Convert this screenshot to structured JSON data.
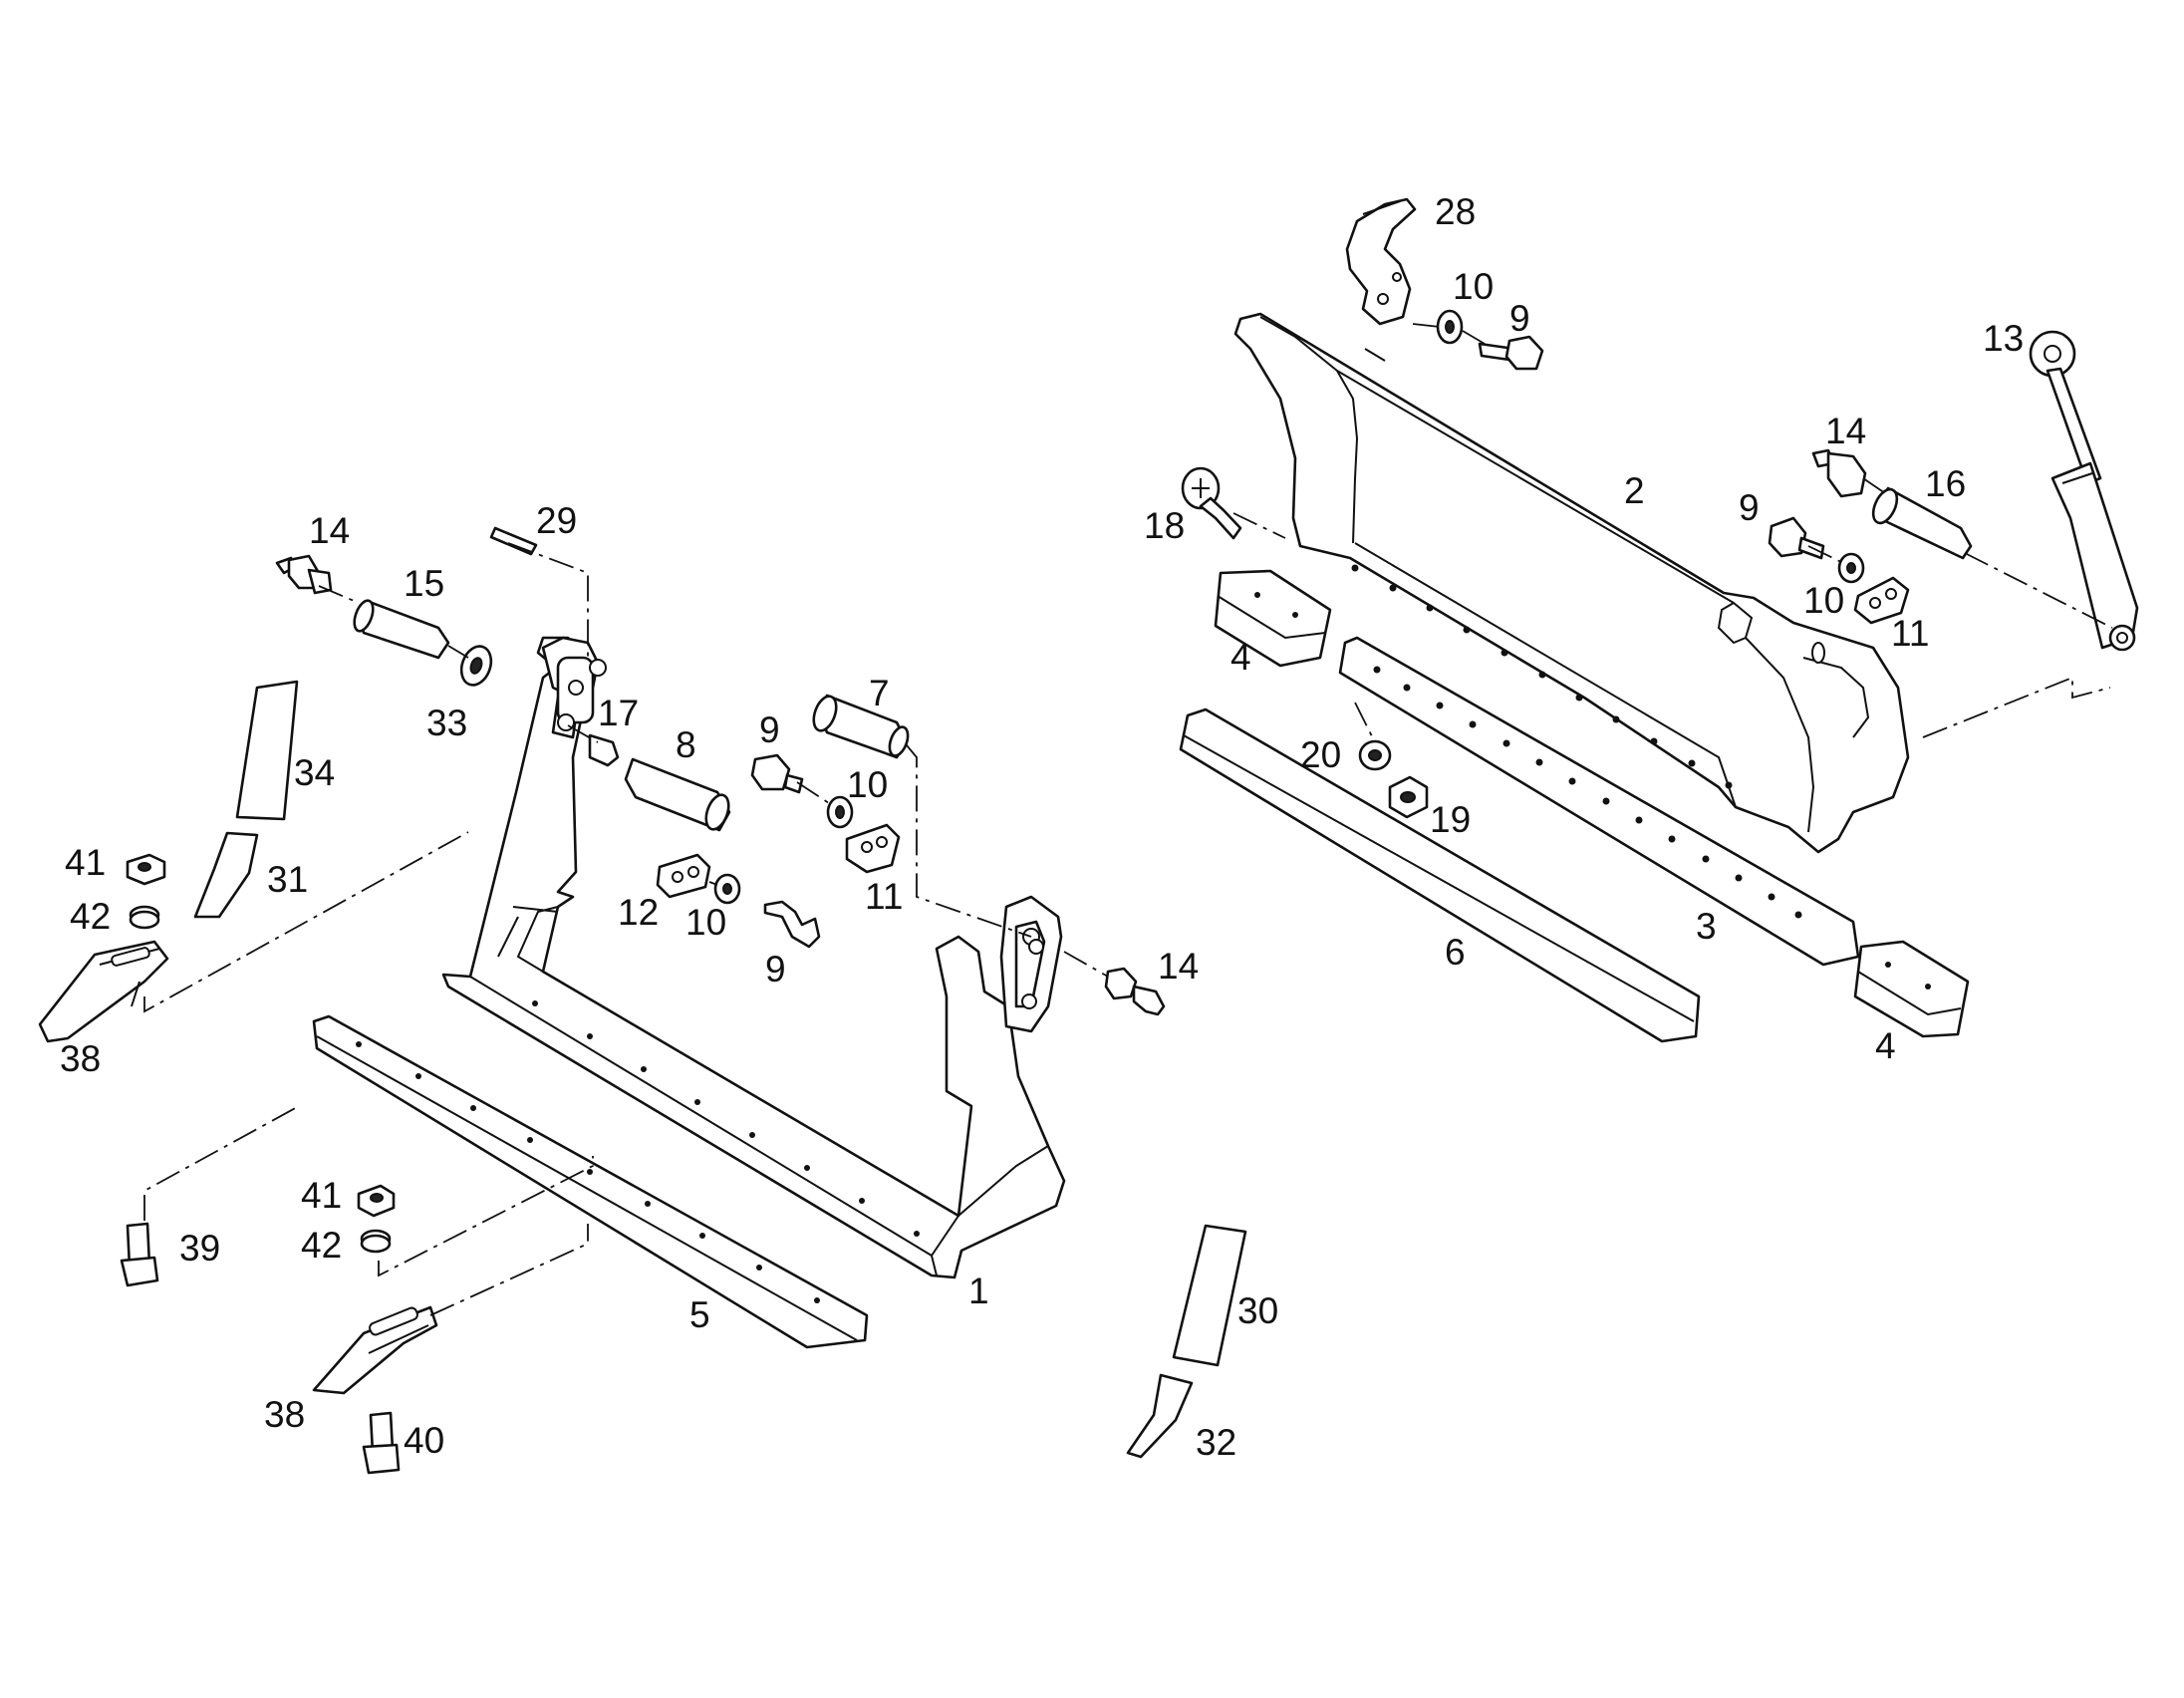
{
  "labels": {
    "l1": "1",
    "l2": "2",
    "l3": "3",
    "l4a": "4",
    "l4b": "4",
    "l5": "5",
    "l6": "6",
    "l7": "7",
    "l8": "8",
    "l9a": "9",
    "l9b": "9",
    "l9c": "9",
    "l9d": "9",
    "l10a": "10",
    "l10b": "10",
    "l10c": "10",
    "l10d": "10",
    "l11a": "11",
    "l11b": "11",
    "l12": "12",
    "l13": "13",
    "l14a": "14",
    "l14b": "14",
    "l14c": "14",
    "l15": "15",
    "l16": "16",
    "l17": "17",
    "l18": "18",
    "l19": "19",
    "l20": "20",
    "l28": "28",
    "l29": "29",
    "l30": "30",
    "l31": "31",
    "l32": "32",
    "l33": "33",
    "l34": "34",
    "l38a": "38",
    "l38b": "38",
    "l39": "39",
    "l40": "40",
    "l41a": "41",
    "l41b": "41",
    "l42a": "42",
    "l42b": "42"
  }
}
